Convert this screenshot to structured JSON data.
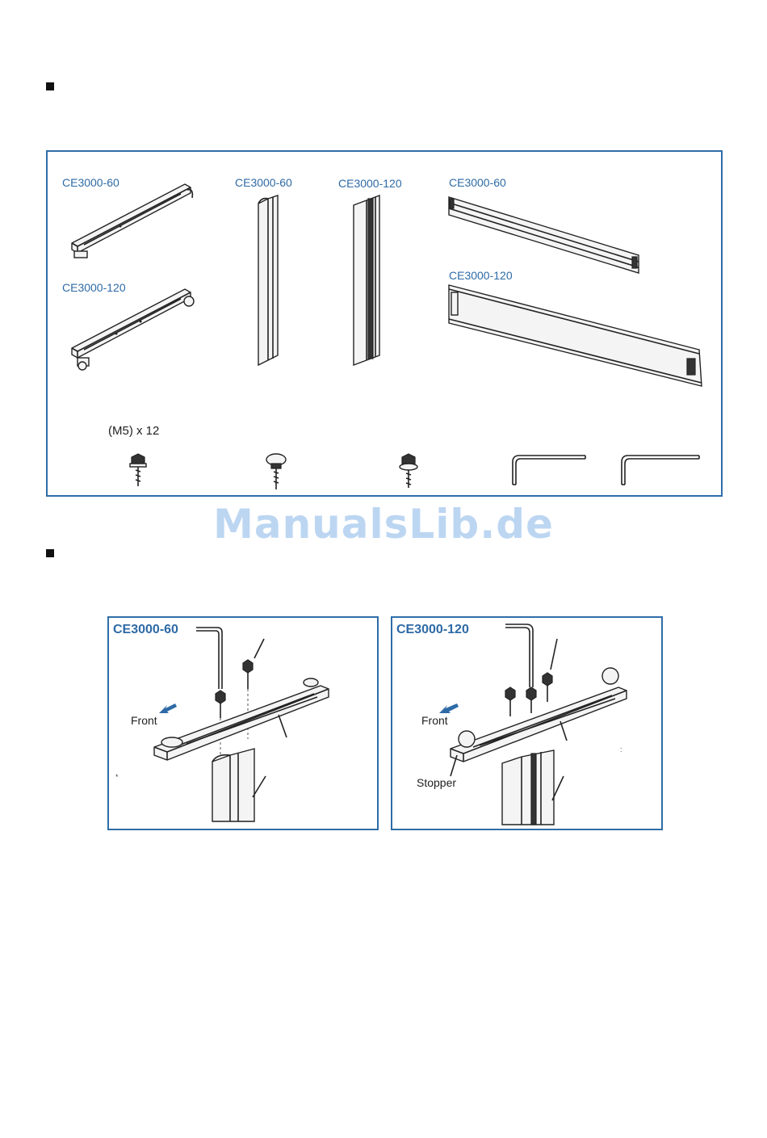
{
  "parts_panel": {
    "labels": {
      "base_60": "CE3000-60",
      "base_120": "CE3000-120",
      "pole_60": "CE3000-60",
      "pole_120": "CE3000-120",
      "stay_60": "CE3000-60",
      "stay_120": "CE3000-120"
    },
    "screw_note": "(M5) x 12"
  },
  "watermark": "ManualsLib.de",
  "assembly": {
    "left": {
      "title": "CE3000-60",
      "front_label": "Front"
    },
    "right": {
      "title": "CE3000-120",
      "front_label": "Front",
      "stopper_label": "Stopper"
    }
  }
}
